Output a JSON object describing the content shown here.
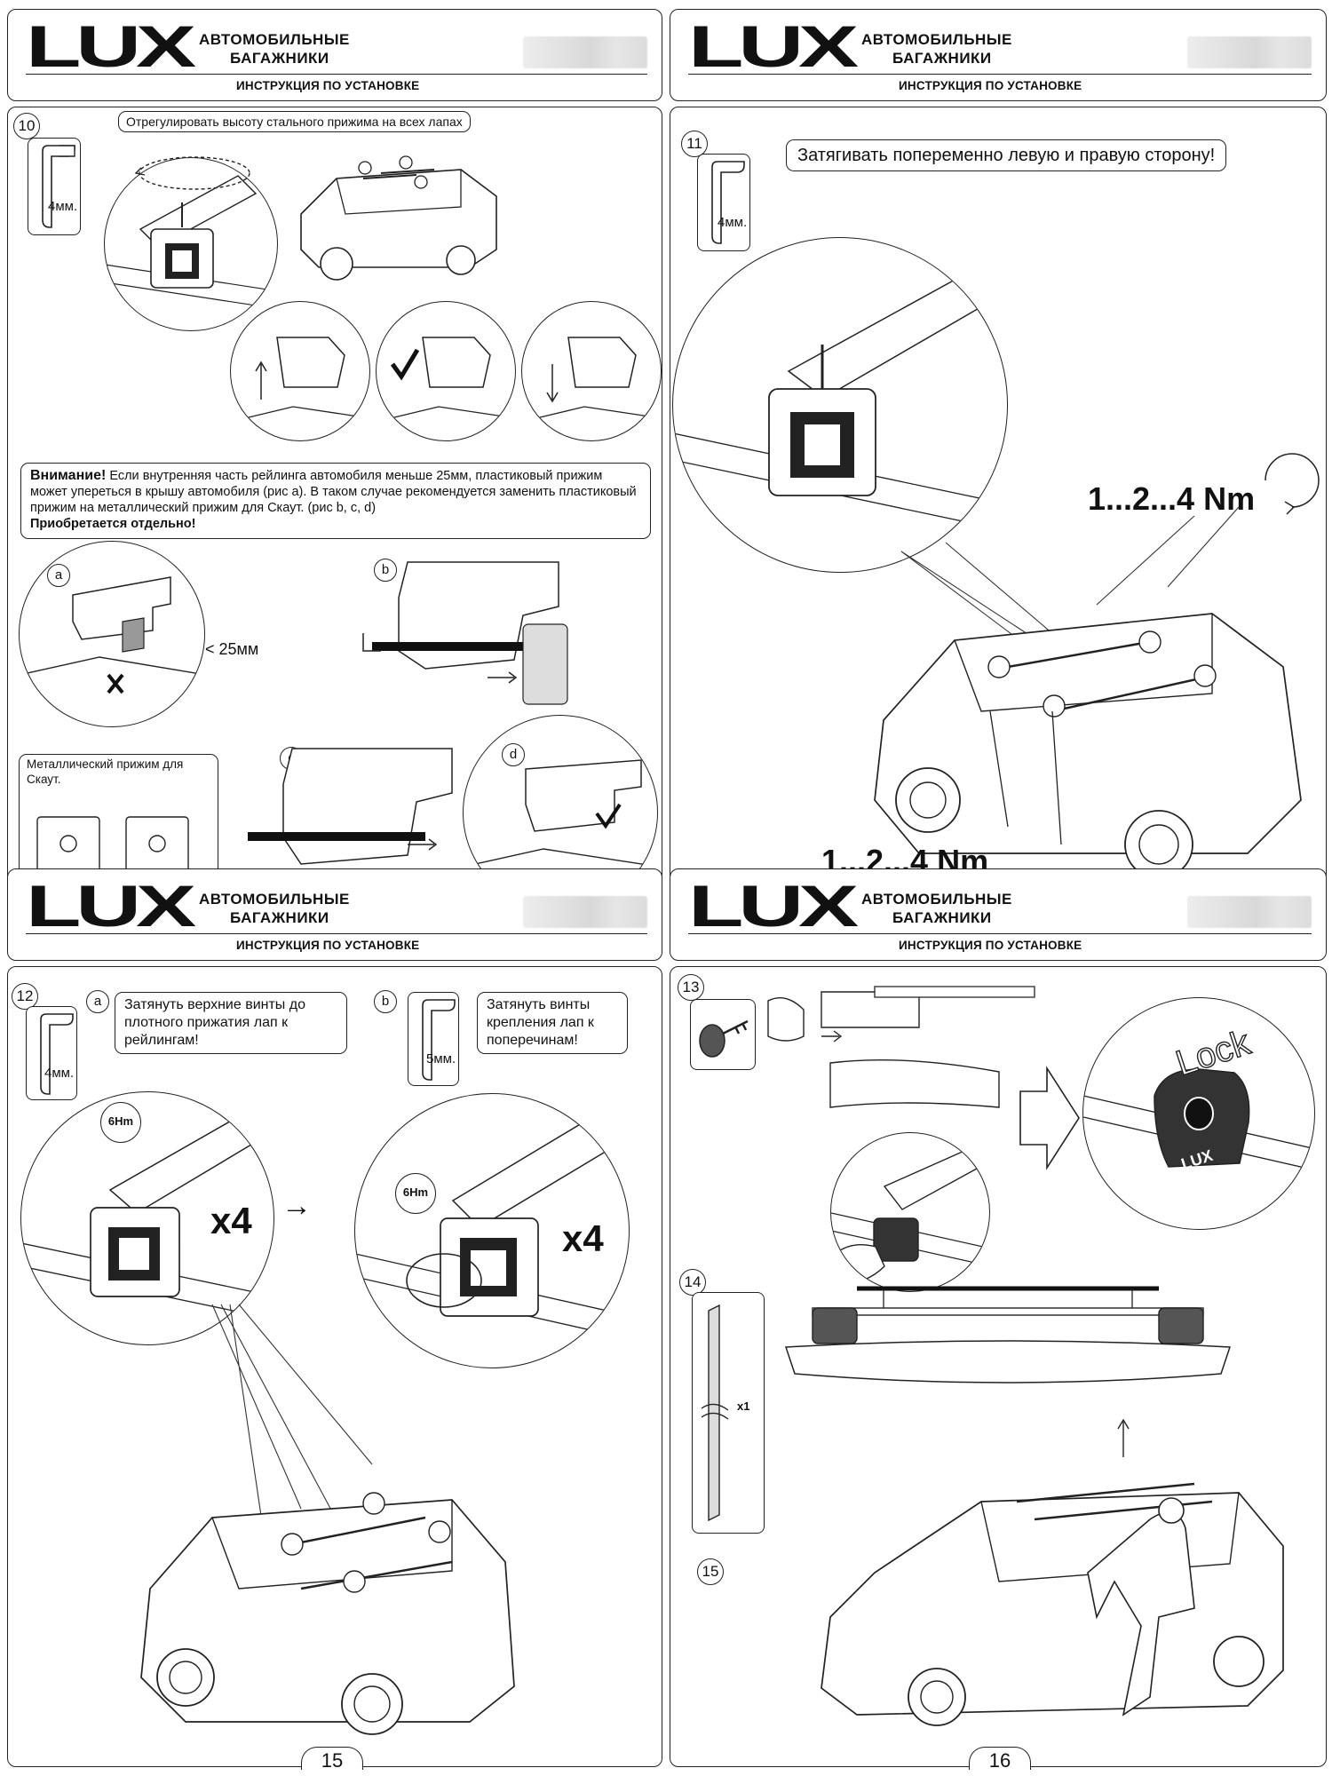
{
  "header": {
    "logo_text": "LUX",
    "brand_line1": "АВТОМОБИЛЬНЫЕ",
    "brand_line2": "БАГАЖНИКИ",
    "subtitle": "ИНСТРУКЦИЯ ПО УСТАНОВКЕ"
  },
  "panel_10": {
    "step": "10",
    "tool_size": "4мм.",
    "callout": "Отрегулировать высоту стального прижима на всех лапах",
    "warning_bold": "Внимание!",
    "warning_text": " Если внутренняя часть рейлинга автомобиля меньше 25мм, пластиковый прижим может упереться в крышу автомобиля (рис a). В таком случае рекомендуется заменить пластиковый прижим на металлический прижим для Скаут. (рис b, c, d)",
    "warning_sold": "Приобретается отдельно!",
    "fig_a": "a",
    "fig_b": "b",
    "fig_c": "c",
    "fig_d": "d",
    "dim_label": "< 25мм",
    "metal_label": "Металлический прижим для Скаут."
  },
  "panel_11": {
    "step": "11",
    "tool_size": "4мм.",
    "callout": "Затягивать попеременно левую и правую сторону!",
    "torque": "1...2...4 Nm",
    "torque_bottom": "1...2...4 Nm"
  },
  "panel_12": {
    "step": "12",
    "tool_a_size": "4мм.",
    "tool_b_size": "5мм.",
    "label_a": "a",
    "label_b": "b",
    "callout_a": "Затянуть верхние винты до плотного прижатия лап к рейлингам!",
    "callout_b": "Затянуть винты крепления лап к поперечинам!",
    "torque_badge": "6Hm",
    "times": "x4",
    "page_number": "15"
  },
  "panel_13": {
    "step": "13",
    "lock_label": "Lock",
    "logo_mini": "LUX"
  },
  "panel_14": {
    "step": "14",
    "qty": "x1"
  },
  "panel_15": {
    "step": "15",
    "page_number": "16"
  }
}
